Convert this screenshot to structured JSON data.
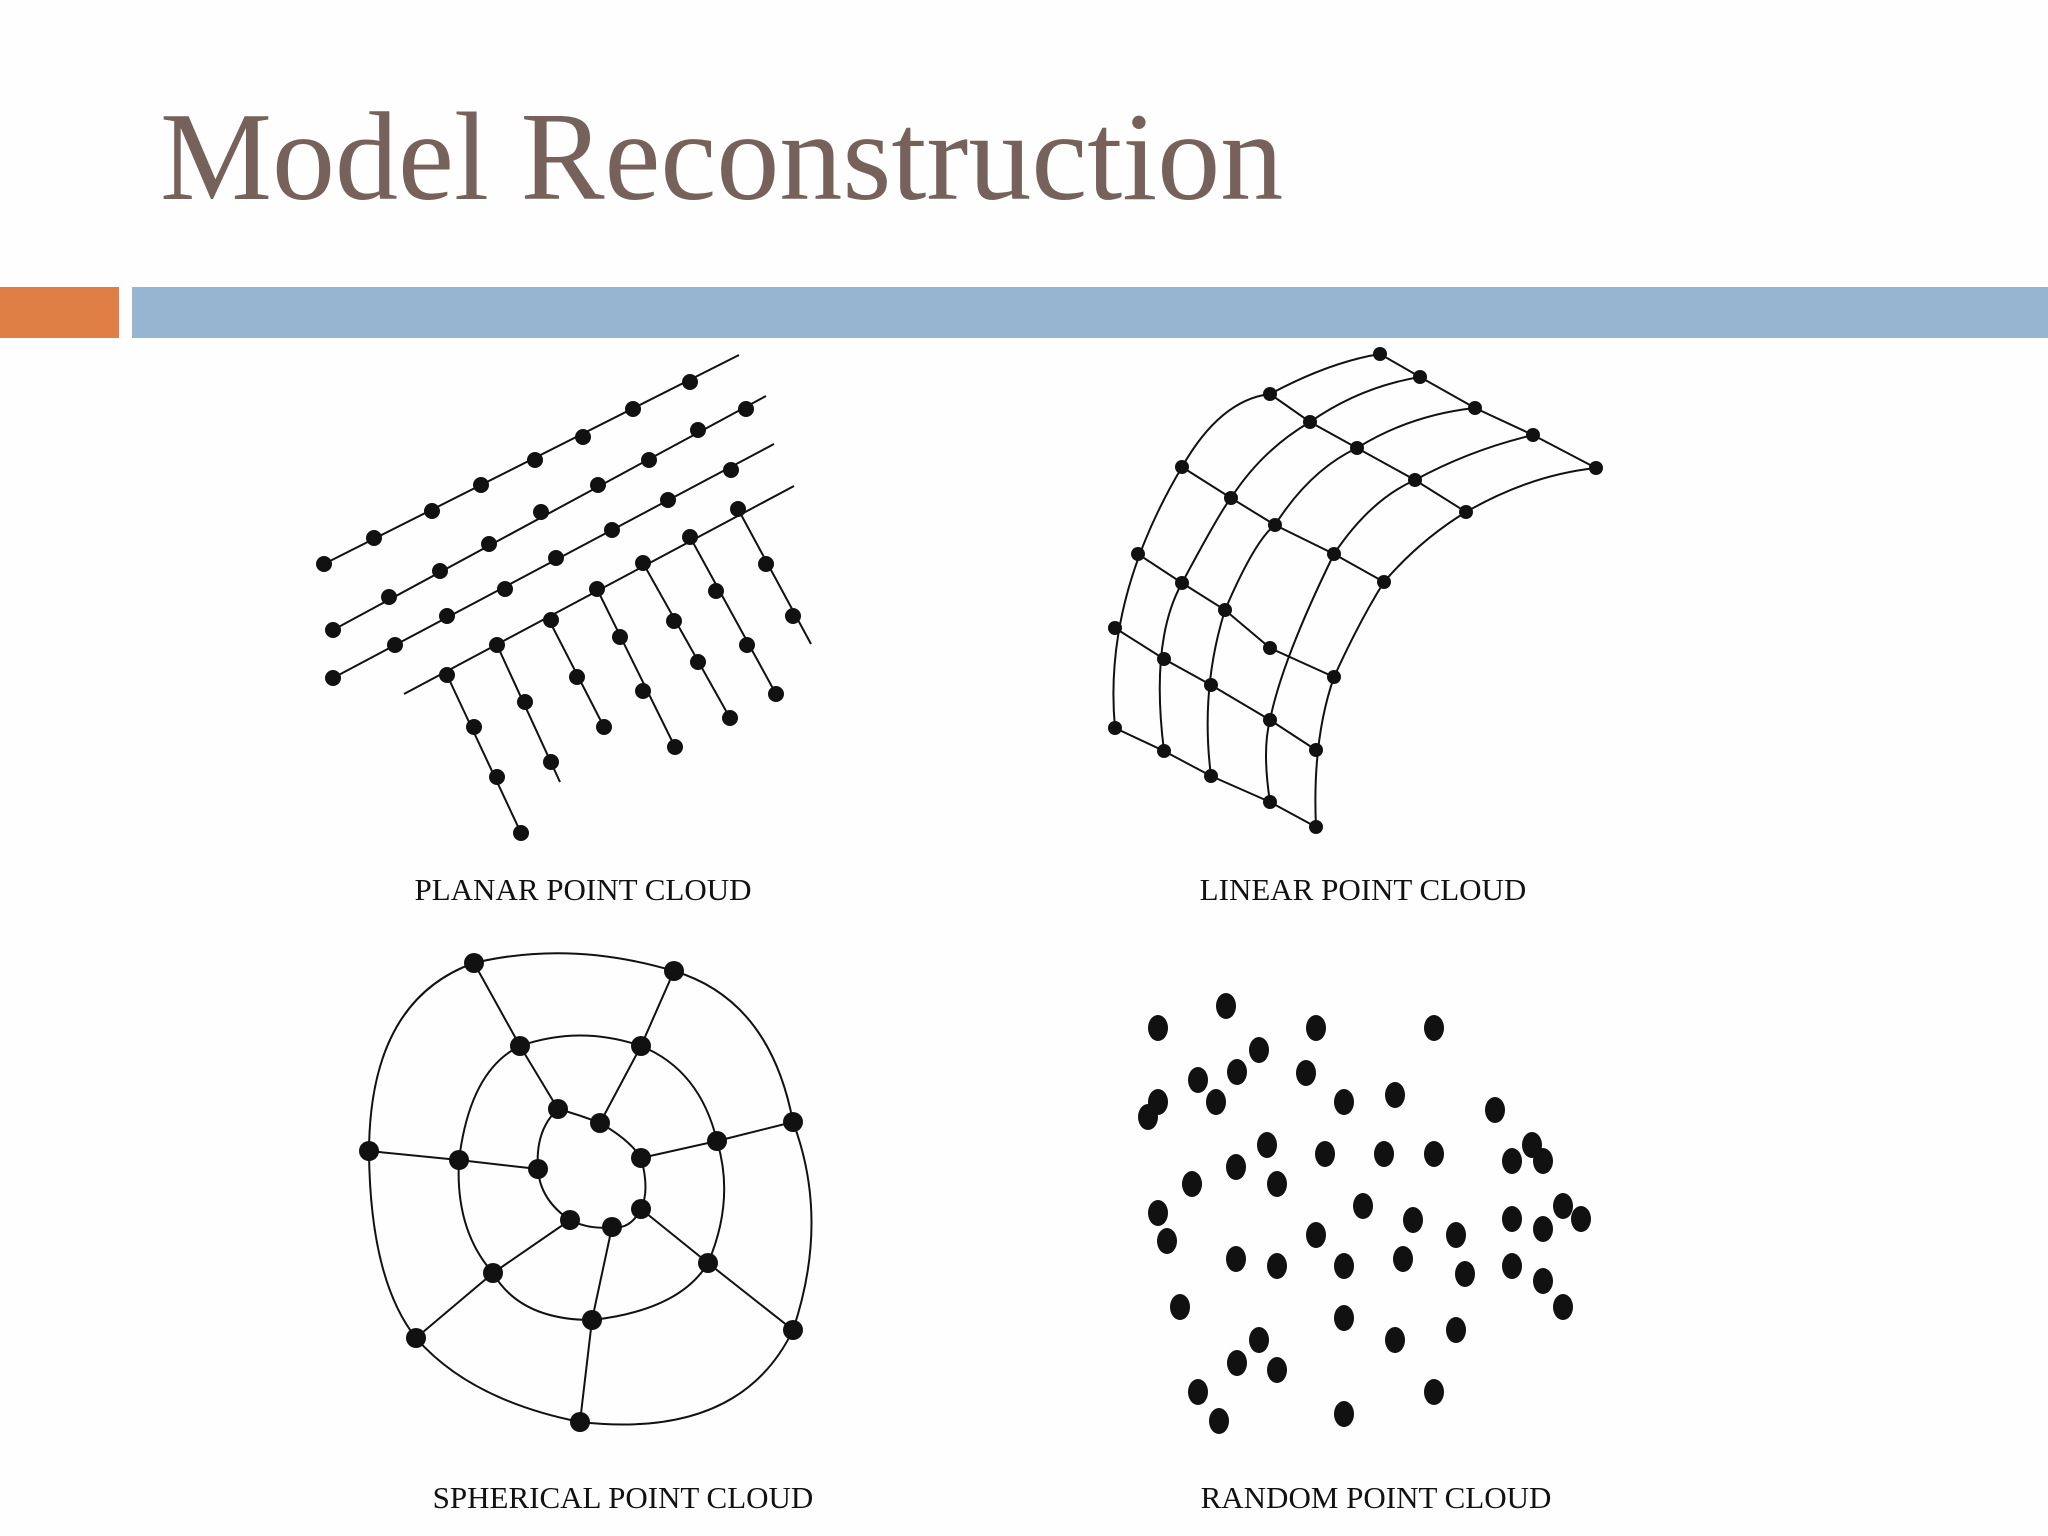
{
  "slide": {
    "title": "Model Reconstruction"
  },
  "colors": {
    "title": "#76625a",
    "accent_orange": "#e07f45",
    "accent_blue": "#96b5d1",
    "ink": "#111111"
  },
  "figures": [
    {
      "name": "planar-point-cloud",
      "caption": "PLANAR POINT CLOUD"
    },
    {
      "name": "linear-point-cloud",
      "caption": "LINEAR POINT CLOUD"
    },
    {
      "name": "spherical-point-cloud",
      "caption": "SPHERICAL POINT CLOUD"
    },
    {
      "name": "random-point-cloud",
      "caption": "RANDOM POINT CLOUD"
    }
  ]
}
